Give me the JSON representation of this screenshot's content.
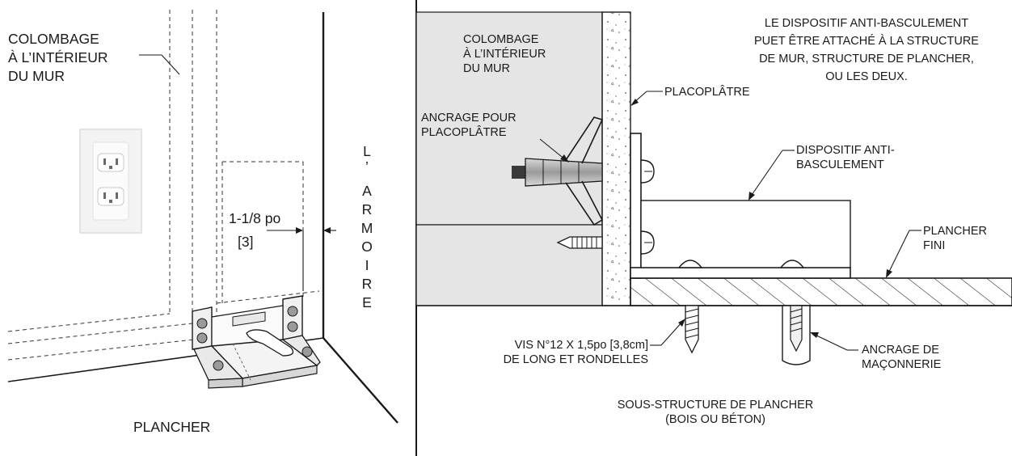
{
  "left_panel": {
    "stud_label": [
      "COLOMBAGE",
      "À L’INTÉRIEUR",
      "DU MUR"
    ],
    "cabinet_label": [
      "L",
      "’",
      "A",
      "R",
      "M",
      "O",
      "I",
      "R",
      "E"
    ],
    "gap_label": [
      "1-1/8 po",
      "[3]"
    ],
    "floor_label": "PLANCHER"
  },
  "right_panel": {
    "stud_label": [
      "COLOMBAGE",
      "À L’INTÉRIEUR",
      "DU MUR"
    ],
    "note": [
      "LE DISPOSITIF ANTI-BASCULEMENT",
      "PUET ÊTRE ATTACHÉ À LA STRUCTURE",
      "DE MUR, STRUCTURE DE PLANCHER,",
      "OU LES DEUX."
    ],
    "drywall_label": "PLACOPLÂTRE",
    "drywall_anchor_label": [
      "ANCRAGE POUR",
      "PLACOPLÂTRE"
    ],
    "device_label": [
      "DISPOSITIF ANTI-",
      "BASCULEMENT"
    ],
    "finished_floor_label": [
      "PLANCHER",
      "FINI"
    ],
    "screw_label": [
      "VIS N°12 X 1,5po [3,8cm]",
      "DE LONG ET RONDELLES"
    ],
    "masonry_anchor_label": [
      "ANCRAGE DE",
      "MAÇONNERIE"
    ],
    "subfloor_label": [
      "SOUS-STRUCTURE DE PLANCHER",
      "(BOIS OU BÉTON)"
    ]
  }
}
